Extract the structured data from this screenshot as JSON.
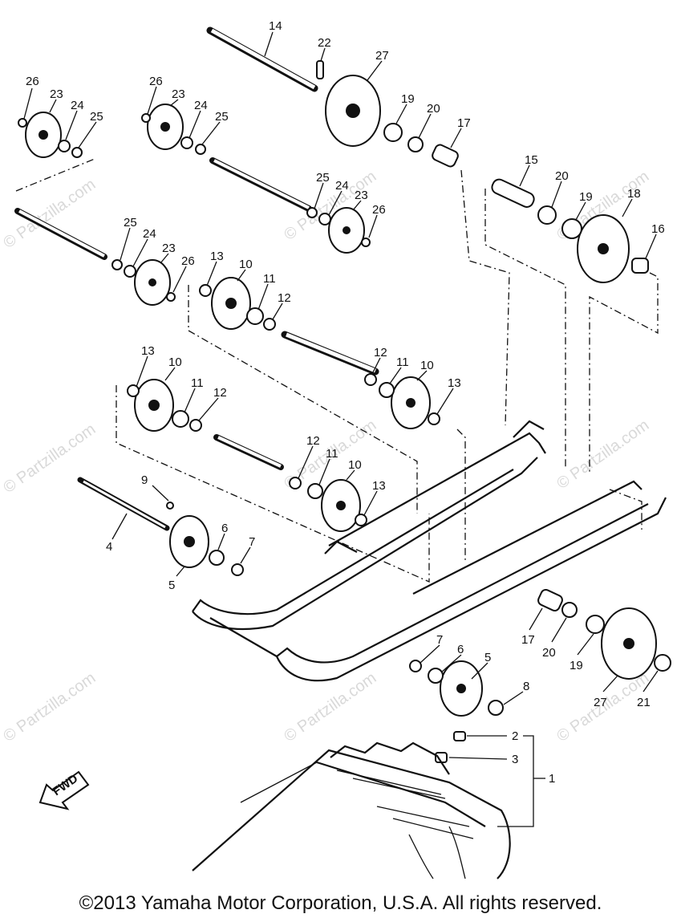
{
  "watermark": "© Partzilla.com",
  "direction_arrow": "FWD",
  "callouts": [
    {
      "id": "c14",
      "text": "14"
    },
    {
      "id": "c22",
      "text": "22"
    },
    {
      "id": "c27a",
      "text": "27"
    },
    {
      "id": "c26a",
      "text": "26"
    },
    {
      "id": "c23a",
      "text": "23"
    },
    {
      "id": "c24a",
      "text": "24"
    },
    {
      "id": "c25a",
      "text": "25"
    },
    {
      "id": "c26b",
      "text": "26"
    },
    {
      "id": "c23b",
      "text": "23"
    },
    {
      "id": "c24b",
      "text": "24"
    },
    {
      "id": "c25b",
      "text": "25"
    },
    {
      "id": "c19a",
      "text": "19"
    },
    {
      "id": "c20a",
      "text": "20"
    },
    {
      "id": "c17a",
      "text": "17"
    },
    {
      "id": "c15",
      "text": "15"
    },
    {
      "id": "c20b",
      "text": "20"
    },
    {
      "id": "c19b",
      "text": "19"
    },
    {
      "id": "c18",
      "text": "18"
    },
    {
      "id": "c16",
      "text": "16"
    },
    {
      "id": "c25c",
      "text": "25"
    },
    {
      "id": "c24c",
      "text": "24"
    },
    {
      "id": "c23c",
      "text": "23"
    },
    {
      "id": "c26c",
      "text": "26"
    },
    {
      "id": "c25d",
      "text": "25"
    },
    {
      "id": "c24d",
      "text": "24"
    },
    {
      "id": "c23d",
      "text": "23"
    },
    {
      "id": "c26d",
      "text": "26"
    },
    {
      "id": "c13a",
      "text": "13"
    },
    {
      "id": "c10a",
      "text": "10"
    },
    {
      "id": "c11a",
      "text": "11"
    },
    {
      "id": "c12a",
      "text": "12"
    },
    {
      "id": "c12b",
      "text": "12"
    },
    {
      "id": "c11b",
      "text": "11"
    },
    {
      "id": "c10b",
      "text": "10"
    },
    {
      "id": "c13b",
      "text": "13"
    },
    {
      "id": "c13c",
      "text": "13"
    },
    {
      "id": "c10c",
      "text": "10"
    },
    {
      "id": "c11c",
      "text": "11"
    },
    {
      "id": "c12c",
      "text": "12"
    },
    {
      "id": "c12d",
      "text": "12"
    },
    {
      "id": "c11d",
      "text": "11"
    },
    {
      "id": "c10d",
      "text": "10"
    },
    {
      "id": "c13d",
      "text": "13"
    },
    {
      "id": "c9",
      "text": "9"
    },
    {
      "id": "c4",
      "text": "4"
    },
    {
      "id": "c6a",
      "text": "6"
    },
    {
      "id": "c7a",
      "text": "7"
    },
    {
      "id": "c5a",
      "text": "5"
    },
    {
      "id": "c17b",
      "text": "17"
    },
    {
      "id": "c20c",
      "text": "20"
    },
    {
      "id": "c19c",
      "text": "19"
    },
    {
      "id": "c27b",
      "text": "27"
    },
    {
      "id": "c21",
      "text": "21"
    },
    {
      "id": "c7b",
      "text": "7"
    },
    {
      "id": "c6b",
      "text": "6"
    },
    {
      "id": "c5b",
      "text": "5"
    },
    {
      "id": "c8",
      "text": "8"
    },
    {
      "id": "c2",
      "text": "2"
    },
    {
      "id": "c3",
      "text": "3"
    },
    {
      "id": "c1",
      "text": "1"
    }
  ],
  "copyright": "©2013  Yamaha Motor Corporation, U.S.A. All rights reserved."
}
